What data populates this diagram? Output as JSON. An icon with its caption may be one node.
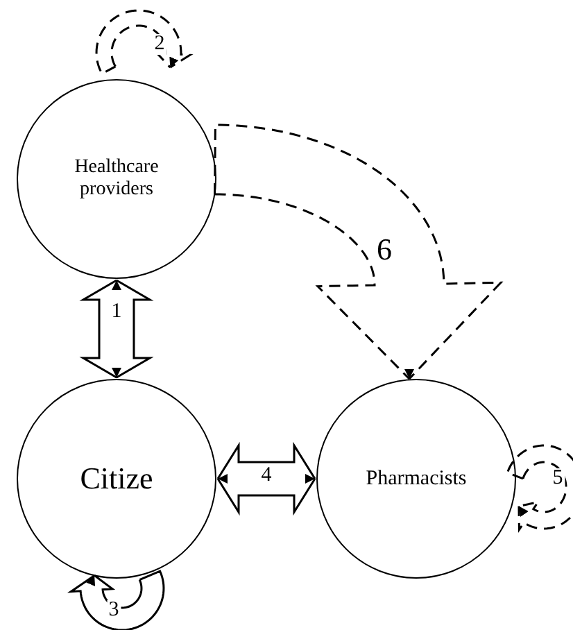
{
  "diagram": {
    "nodes": [
      {
        "text": [
          "Healthcare providers"
        ]
      },
      {
        "text": [
          "Citize"
        ]
      },
      {
        "text": [
          "Pharmacists"
        ]
      }
    ],
    "edges": [
      {
        "from": 0,
        "to": 0,
        "arrow": "to",
        "label": "2",
        "style": "dashed"
      },
      {
        "from": 0,
        "to": 1,
        "arrow": "both",
        "label": "1"
      },
      {
        "from": 1,
        "to": 1,
        "arrow": "to",
        "label": "3"
      },
      {
        "from": 1,
        "to": 2,
        "arrow": "both",
        "label": "4"
      },
      {
        "from": 2,
        "to": 2,
        "arrow": "to",
        "label": "5",
        "style": "dashed"
      },
      {
        "from": 0,
        "to": 2,
        "arrow": "to",
        "label": "6",
        "style": "dashed"
      }
    ]
  }
}
